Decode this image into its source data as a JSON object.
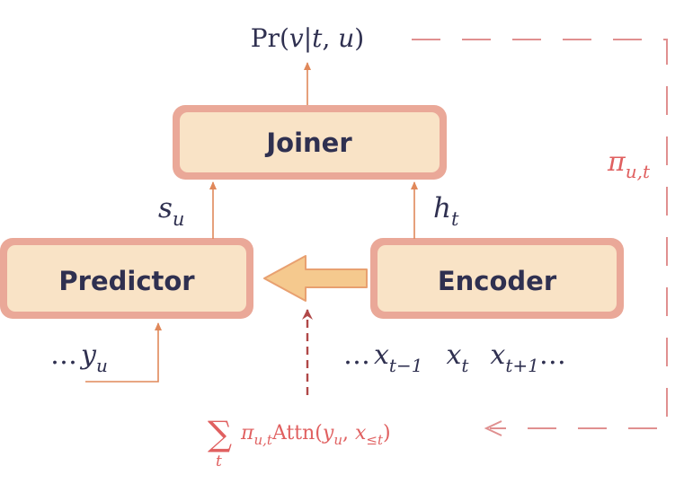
{
  "diagram": {
    "nodes": {
      "joiner": "Joiner",
      "predictor": "Predictor",
      "encoder": "Encoder"
    },
    "output_label": {
      "prefix": "Pr(",
      "v": "v",
      "bar": "|",
      "t": "t",
      "comma": ", ",
      "u": "u",
      "suffix": ")"
    },
    "predictor_state": {
      "base": "s",
      "sub": "u"
    },
    "encoder_state": {
      "base": "h",
      "sub": "t"
    },
    "pi_label": {
      "base": "π",
      "sub": "u,t"
    },
    "predictor_input": {
      "dots": "…",
      "base": "y",
      "sub": "u"
    },
    "encoder_inputs": {
      "lead_dots": "…",
      "x_prev": {
        "base": "x",
        "sub": "t−1"
      },
      "x_cur": {
        "base": "x",
        "sub": "t"
      },
      "x_next": {
        "base": "x",
        "sub": "t+1"
      },
      "trail_dots": "…"
    },
    "attention_formula": {
      "sum": "∑",
      "sum_sub": "t",
      "pi": "π",
      "pi_sub": "u,t",
      "attn": "Attn",
      "open": "(",
      "y": "y",
      "y_sub": "u",
      "comma": ", ",
      "x": "x",
      "x_sub": "≤t",
      "close": ")"
    },
    "colors": {
      "box_fill": "#f9e3c6",
      "box_border": "#eaa898",
      "arrow": "#e0885a",
      "dashed": "#e09090",
      "attn_arrow": "#b04848",
      "text_dark": "#2f3050",
      "text_red": "#e06060"
    }
  }
}
